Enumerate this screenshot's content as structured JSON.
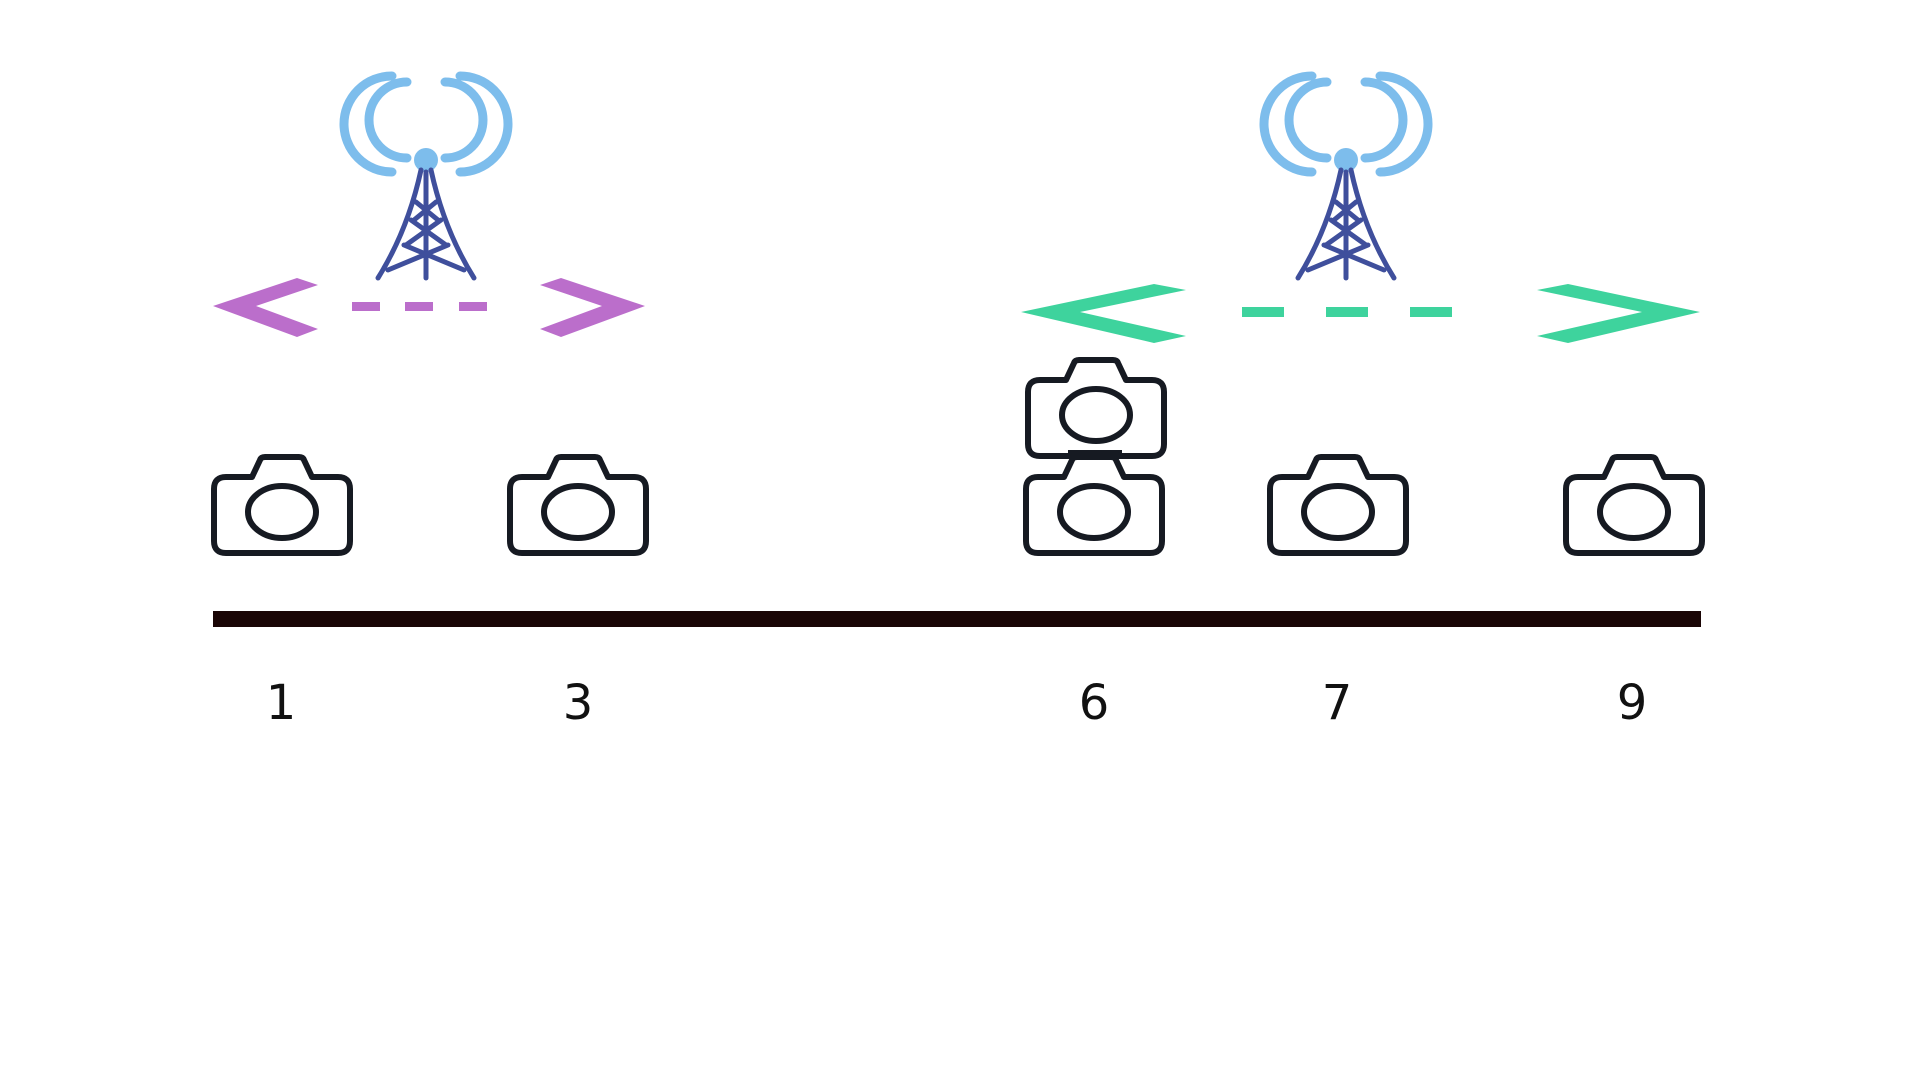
{
  "colors": {
    "background": "#ffffff",
    "axis": "#1a0505",
    "camera": "#161a22",
    "tower_body": "#3f4f9c",
    "tower_signal": "#7dbdec",
    "range_left": "#bb6ecb",
    "range_right": "#3ed39d"
  },
  "icons": {
    "tower": "radio-tower-icon",
    "camera": "camera-icon",
    "range_start": "chevron-left-icon",
    "range_end": "chevron-right-icon"
  },
  "axis": {
    "positions": [
      "1",
      "3",
      "6",
      "7",
      "9"
    ]
  },
  "towers": [
    {
      "name": "left-tower",
      "color_key": "range_left"
    },
    {
      "name": "right-tower",
      "color_key": "range_right"
    }
  ],
  "cameras": [
    {
      "position": "1",
      "count": 1
    },
    {
      "position": "3",
      "count": 1
    },
    {
      "position": "6",
      "count": 2
    },
    {
      "position": "7",
      "count": 1
    },
    {
      "position": "9",
      "count": 1
    }
  ]
}
